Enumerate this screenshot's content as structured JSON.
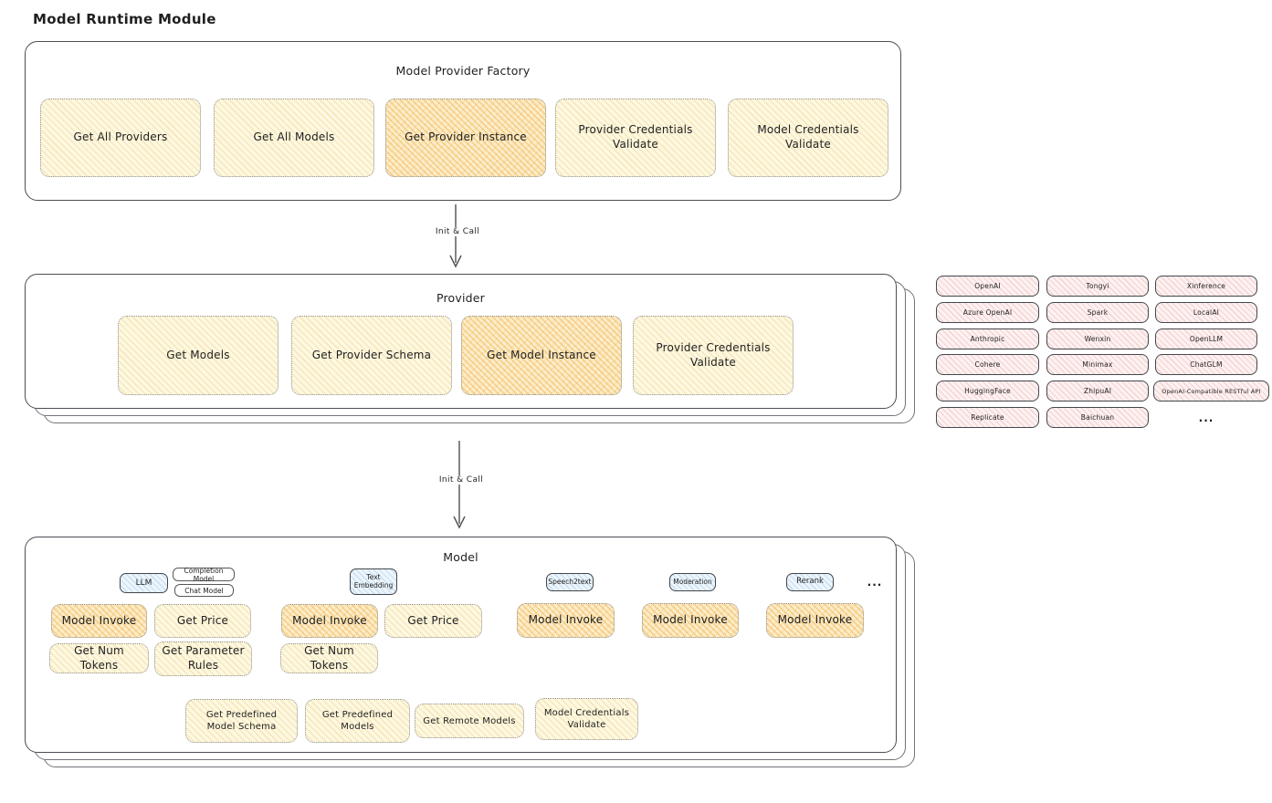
{
  "title": "Model Runtime Module",
  "colors": {
    "yellow_fill": "#fdf8e2",
    "yellow_hatch": "#e8c15c",
    "orange_fill": "#fcedca",
    "orange_hatch": "#eea028",
    "pink_fill": "#fdf1f1",
    "pink_hatch": "#db7a7a",
    "blue_fill": "#edf5fc",
    "blue_hatch": "#6eaadc",
    "panel_border": "#4a4e54",
    "text": "#1f1f1f"
  },
  "factory": {
    "title": "Model Provider Factory",
    "buttons": [
      {
        "label": "Get All Providers",
        "highlighted": false
      },
      {
        "label": "Get All Models",
        "highlighted": false
      },
      {
        "label": "Get Provider Instance",
        "highlighted": true
      },
      {
        "label": "Provider Credentials Validate",
        "highlighted": false
      },
      {
        "label": "Model Credentials Validate",
        "highlighted": false
      }
    ]
  },
  "arrows": {
    "init_call_1": "Init & Call",
    "init_call_2": "Init & Call"
  },
  "provider": {
    "title": "Provider",
    "buttons": [
      {
        "label": "Get Models",
        "highlighted": false
      },
      {
        "label": "Get Provider Schema",
        "highlighted": false
      },
      {
        "label": "Get Model Instance",
        "highlighted": true
      },
      {
        "label": "Provider Credentials Validate",
        "highlighted": false
      }
    ]
  },
  "provider_list": {
    "items": [
      "OpenAI",
      "Tongyi",
      "Xinference",
      "Azure OpenAI",
      "Spark",
      "LocalAI",
      "Anthropic",
      "Wenxin",
      "OpenLLM",
      "Cohere",
      "Minimax",
      "ChatGLM",
      "HuggingFace",
      "ZhipuAI",
      "OpenAI-Compatible RESTful API",
      "Replicate",
      "Baichuan"
    ],
    "more": "..."
  },
  "model": {
    "title": "Model",
    "tabs": [
      "LLM",
      "Text Embedding",
      "Speech2text",
      "Moderation",
      "Rerank"
    ],
    "llm_subtypes": [
      "Completion Model",
      "Chat Model"
    ],
    "more": "...",
    "llm_buttons": [
      "Model Invoke",
      "Get Price",
      "Get Num Tokens",
      "Get Parameter Rules"
    ],
    "text_embedding_buttons": [
      "Model Invoke",
      "Get Price",
      "Get Num Tokens"
    ],
    "speech2text_buttons": [
      "Model Invoke"
    ],
    "moderation_buttons": [
      "Model Invoke"
    ],
    "rerank_buttons": [
      "Model Invoke"
    ],
    "common_buttons": [
      "Get Predefined Model Schema",
      "Get Predefined Models",
      "Get Remote Models",
      "Model Credentials Validate"
    ]
  }
}
